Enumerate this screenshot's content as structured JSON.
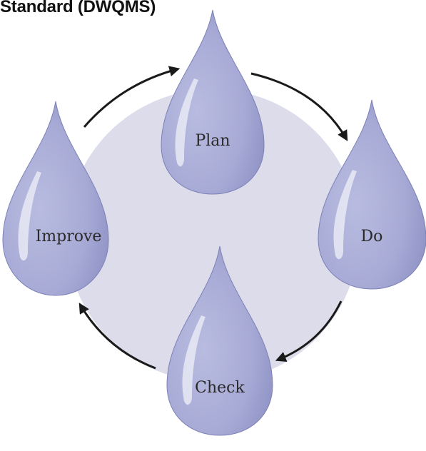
{
  "title": "Standard (DWQMS)",
  "colors": {
    "drop_fill": "#a9acd6",
    "drop_dark": "#8d91c4",
    "drop_highlight": "#e8e9f5",
    "circle_fill": "#dcdcea",
    "arrow": "#1a1a1a"
  },
  "steps": [
    {
      "label": "Plan"
    },
    {
      "label": "Do"
    },
    {
      "label": "Check"
    },
    {
      "label": "Improve"
    }
  ]
}
